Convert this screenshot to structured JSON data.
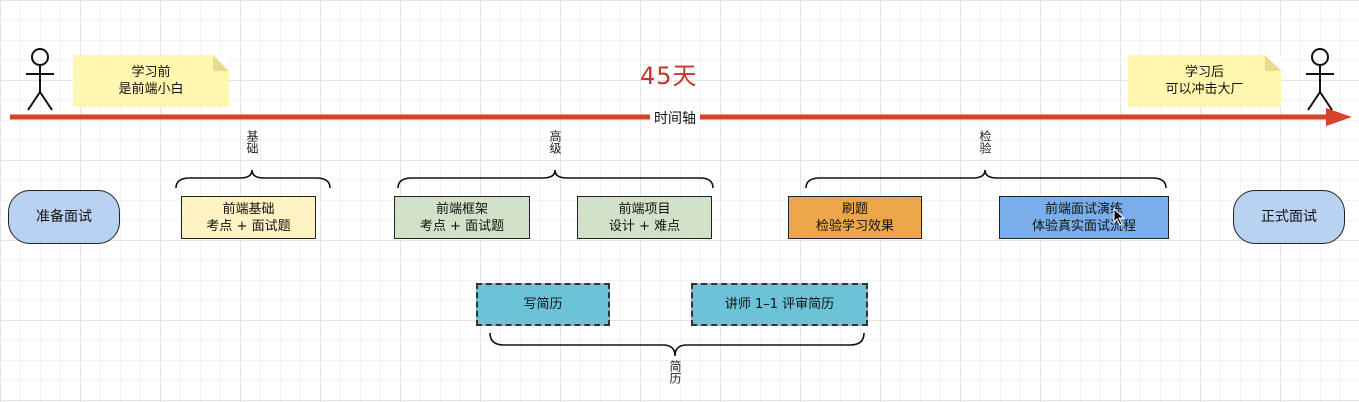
{
  "title": "45天",
  "timeline_label": "时间轴",
  "notes": {
    "before": [
      "学习前",
      "是前端小白"
    ],
    "after": [
      "学习后",
      "可以冲击大厂"
    ]
  },
  "groups": {
    "basic": "基础",
    "advanced": "高级",
    "check": "检验",
    "resume": "简历"
  },
  "nodes": {
    "prepare": "准备面试",
    "formal": "正式面试",
    "fe_basic": [
      "前端基础",
      "考点 + 面试题"
    ],
    "fe_framework": [
      "前端框架",
      "考点 + 面试题"
    ],
    "fe_project": [
      "前端项目",
      "设计 + 难点"
    ],
    "practice": [
      "刷题",
      "检验学习效果"
    ],
    "mock": [
      "前端面试演练",
      "体验真实面试流程"
    ],
    "write_resume": "写简历",
    "review_resume": "讲师 1–1 评审简历"
  },
  "colors": {
    "timeline": "#d8412a",
    "title": "#c7352a",
    "pill": "#b9d2f2",
    "basic": "#fff3c4",
    "advanced": "#d2e2c8",
    "practice": "#eda74b",
    "mock": "#7aaeea",
    "resume": "#6cc3d8"
  }
}
